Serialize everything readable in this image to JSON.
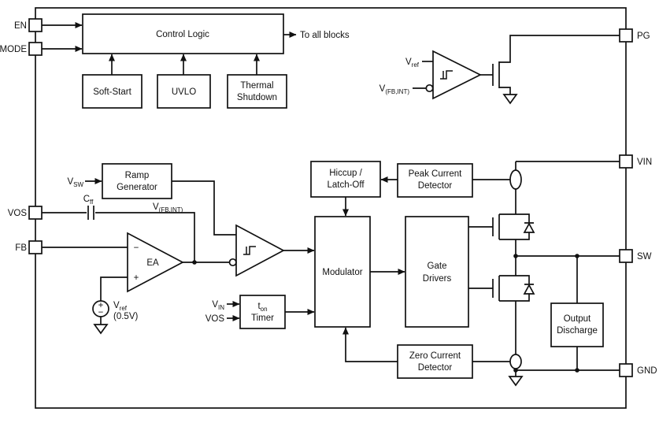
{
  "colors": {
    "line": "#111111",
    "background": "#ffffff"
  },
  "pins": {
    "left": [
      {
        "name": "EN"
      },
      {
        "name": "MODE"
      },
      {
        "name": "VOS"
      },
      {
        "name": "FB"
      }
    ],
    "right": [
      {
        "name": "PG"
      },
      {
        "name": "VIN"
      },
      {
        "name": "SW"
      },
      {
        "name": "GND"
      }
    ]
  },
  "blocks": {
    "control_logic": "Control Logic",
    "soft_start": "Soft-Start",
    "uvlo": "UVLO",
    "thermal_shutdown": {
      "line1": "Thermal",
      "line2": "Shutdown"
    },
    "ramp_generator": {
      "line1": "Ramp",
      "line2": "Generator"
    },
    "hiccup": {
      "line1": "Hiccup /",
      "line2": "Latch-Off"
    },
    "peak_current": {
      "line1": "Peak Current",
      "line2": "Detector"
    },
    "modulator": "Modulator",
    "gate_drivers": {
      "line1": "Gate",
      "line2": "Drivers"
    },
    "ton_timer": {
      "base": "t",
      "sub": "on",
      "line2": "Timer"
    },
    "zero_current": {
      "line1": "Zero Current",
      "line2": "Detector"
    },
    "output_discharge": {
      "line1": "Output",
      "line2": "Discharge"
    }
  },
  "labels": {
    "to_all_blocks": "To all blocks",
    "v_ref": {
      "base": "V",
      "sub": "ref"
    },
    "v_fb_int": {
      "base": "V",
      "sub": "(FB,INT)"
    },
    "v_sw": {
      "base": "V",
      "sub": "SW"
    },
    "c_ff": {
      "base": "C",
      "sub": "ff"
    },
    "v_in": {
      "base": "V",
      "sub": "IN"
    },
    "vos_in": "VOS",
    "ea": "EA",
    "vref_value": "(0.5V)",
    "plus": "+",
    "minus": "−"
  }
}
